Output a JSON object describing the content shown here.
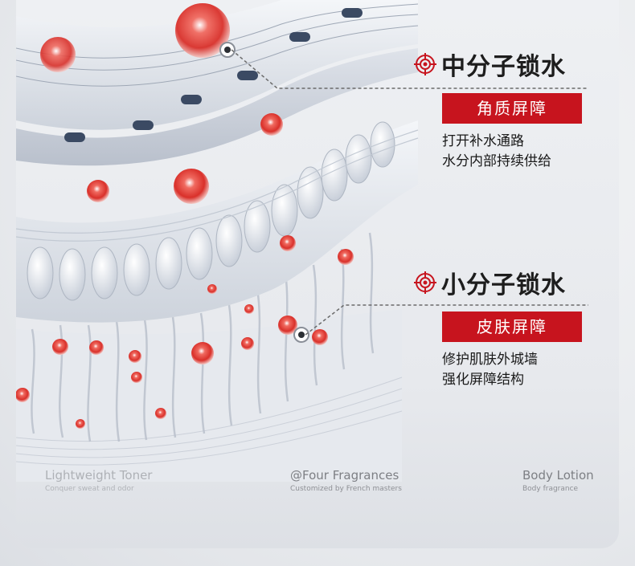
{
  "sections": [
    {
      "heading": "中分子锁水",
      "badge": "角质屏障",
      "lines": [
        "打开补水通路",
        "水分内部持续供给"
      ]
    },
    {
      "heading": "小分子锁水",
      "badge": "皮肤屏障",
      "lines": [
        "修护肌肤外城墙",
        "强化屏障结构"
      ]
    }
  ],
  "footer": [
    {
      "title": "Lightweight Toner",
      "subtitle": "Conquer sweat and odor"
    },
    {
      "title": "@Four Fragrances",
      "subtitle": "Customized by French masters"
    },
    {
      "title": "Body Lotion",
      "subtitle": "Body fragrance"
    }
  ],
  "colors": {
    "accent": "#c7141e",
    "heading": "#1d1d1d",
    "background": "#eceef1"
  },
  "icons": [
    "target-icon"
  ]
}
